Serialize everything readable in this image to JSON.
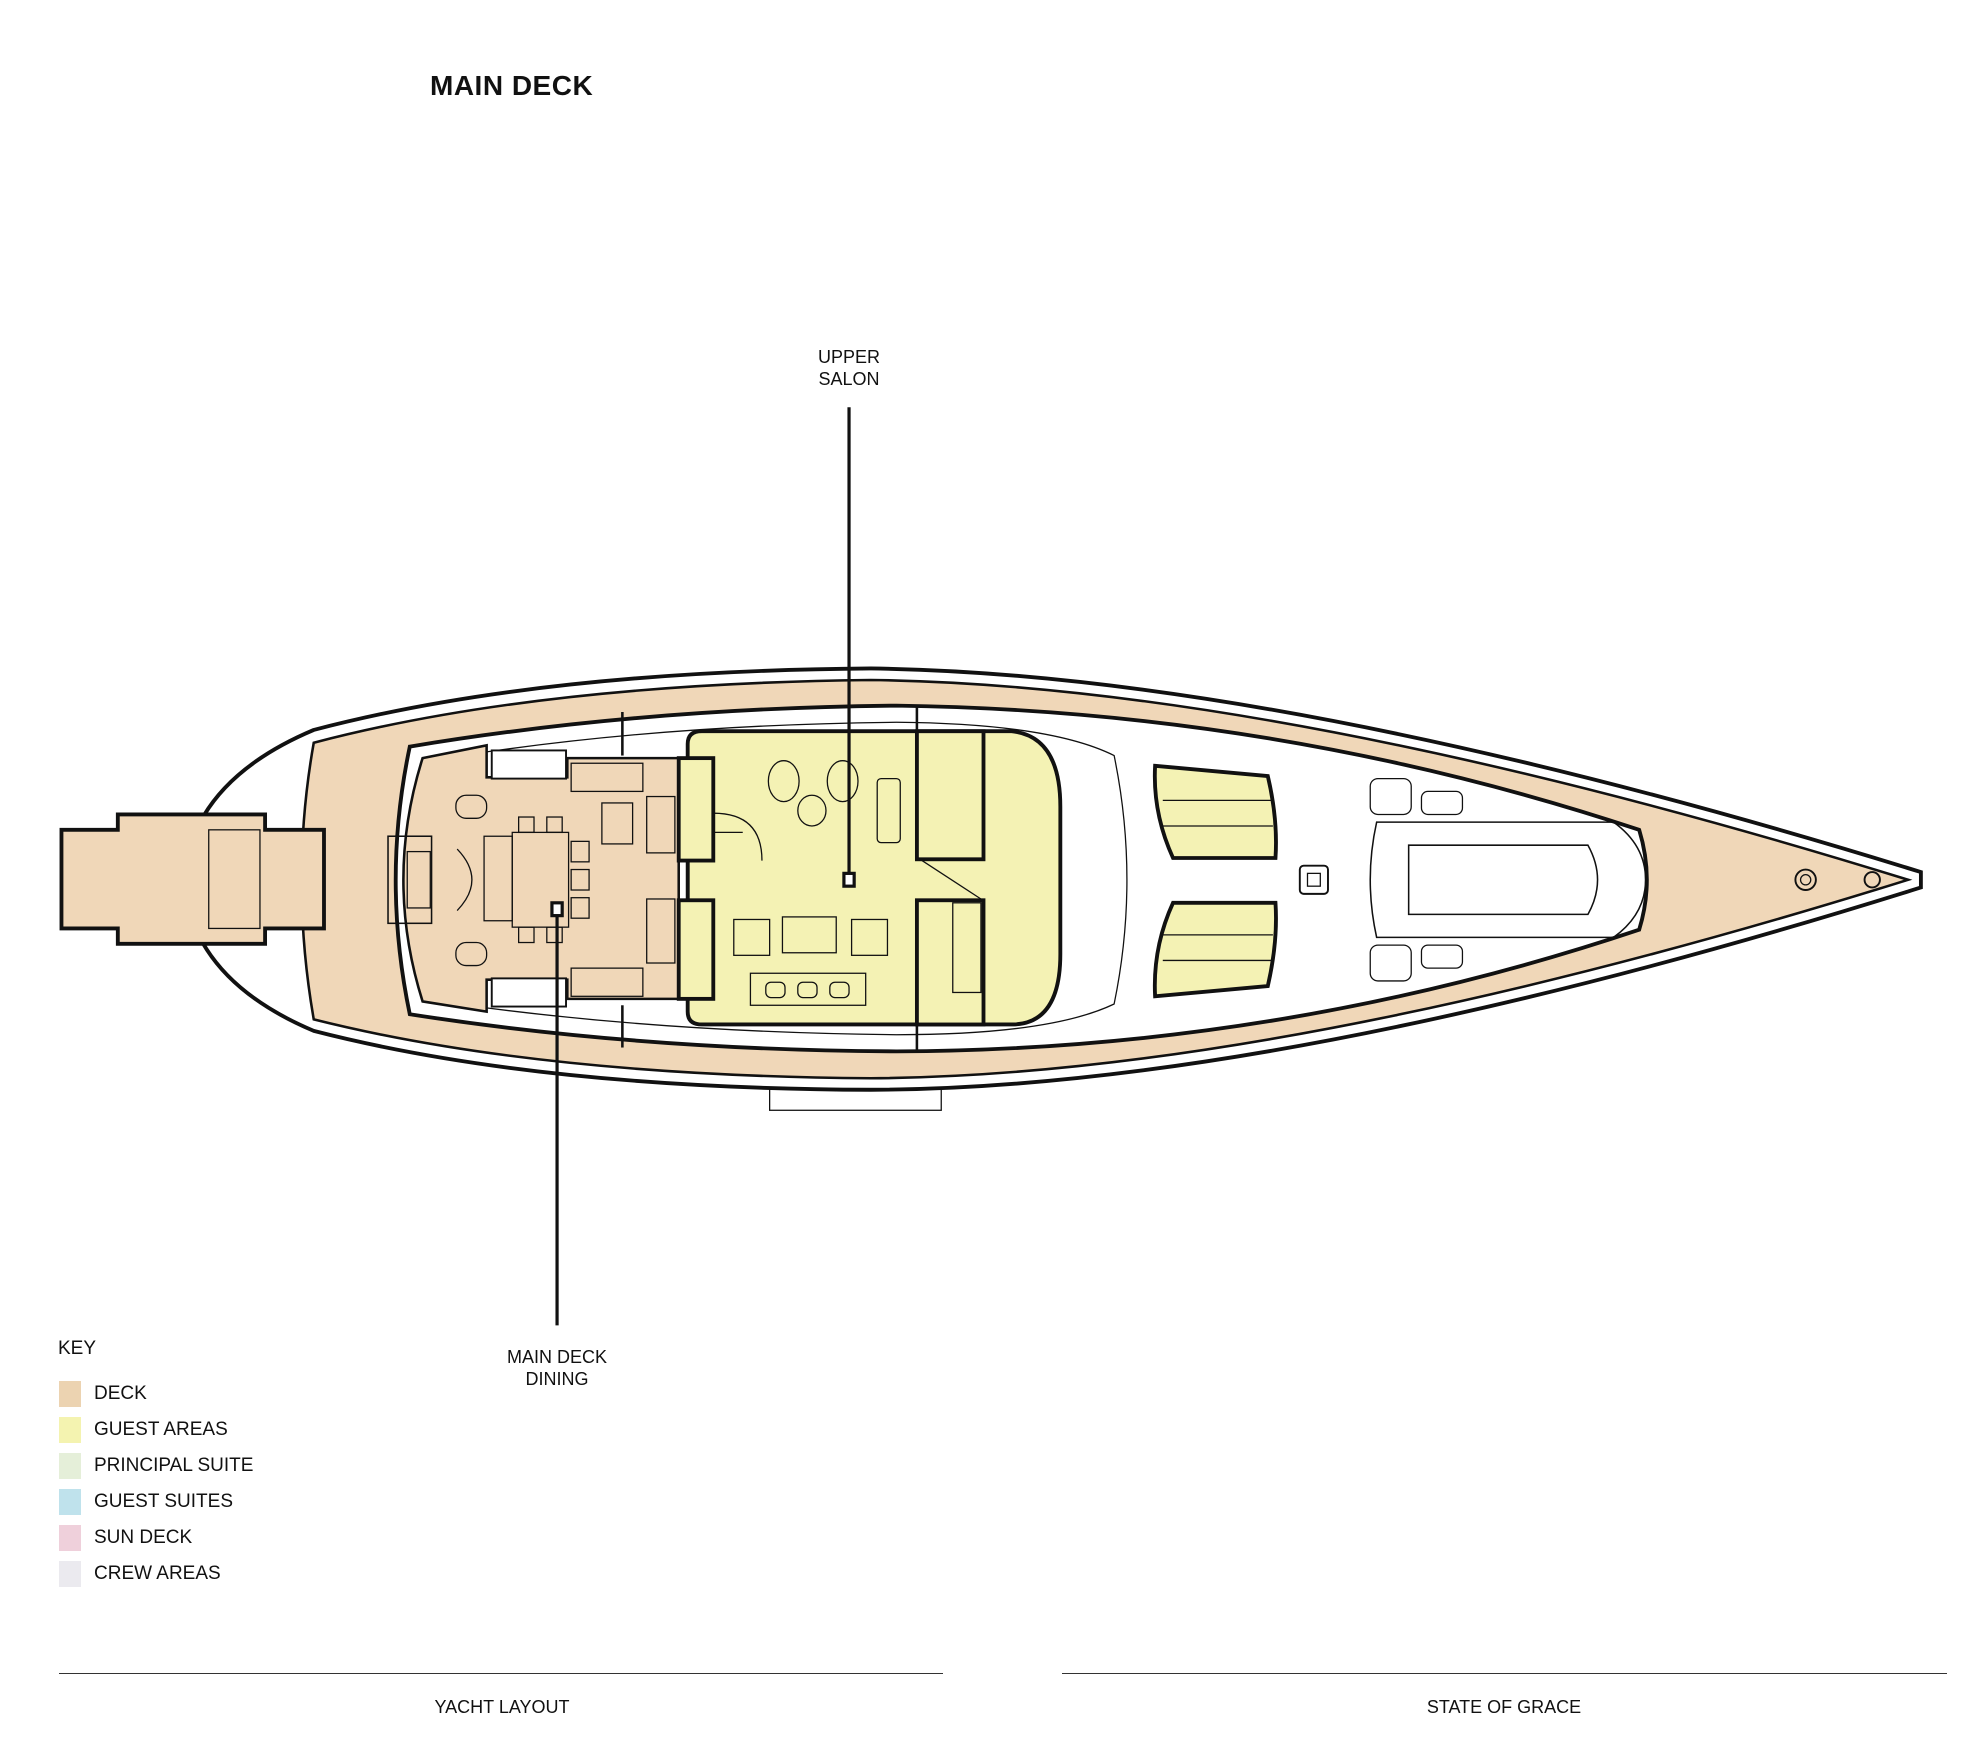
{
  "title": "MAIN DECK",
  "callouts": {
    "upper_salon": [
      "UPPER",
      "SALON"
    ],
    "main_deck_dining": [
      "MAIN DECK",
      "DINING"
    ]
  },
  "key": {
    "title": "KEY",
    "items": [
      {
        "label": "DECK",
        "color": "#ecd3b1"
      },
      {
        "label": "GUEST AREAS",
        "color": "#f4f3b0"
      },
      {
        "label": "PRINCIPAL SUITE",
        "color": "#e5efd9"
      },
      {
        "label": "GUEST SUITES",
        "color": "#bfe2ec"
      },
      {
        "label": "SUN DECK",
        "color": "#efd0db"
      },
      {
        "label": "CREW AREAS",
        "color": "#ebeaef"
      }
    ]
  },
  "footer": {
    "left": "YACHT LAYOUT",
    "right": "STATE OF GRACE"
  },
  "colors": {
    "deck": "#f0d7b8",
    "guest": "#f4f2b4",
    "line": "#111111"
  }
}
